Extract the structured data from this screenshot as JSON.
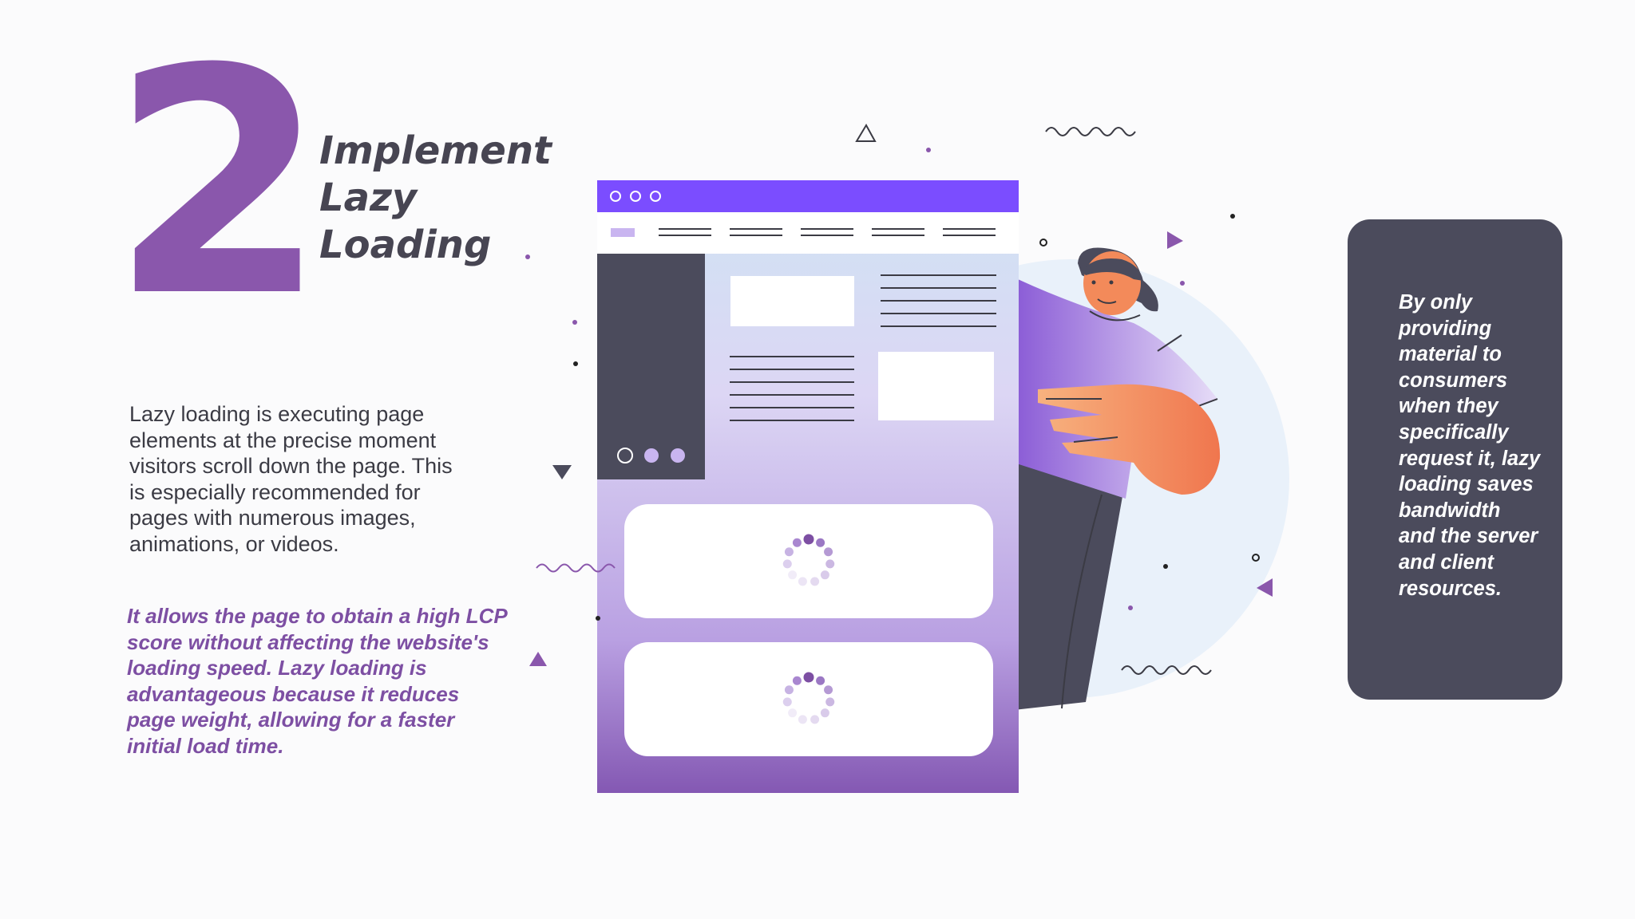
{
  "step_number": "2",
  "title": {
    "line1": "Implement",
    "line2": "Lazy",
    "line3": "Loading"
  },
  "description": {
    "lines": [
      "Lazy loading is executing page",
      "elements at the precise moment",
      "visitors scroll down the page. This",
      "is especially recommended for",
      "pages with numerous images,",
      "animations, or videos."
    ]
  },
  "highlight": {
    "lines": [
      "It allows the page to obtain a high LCP",
      "score without affecting the website's",
      "loading speed. Lazy loading is",
      "advantageous because it reduces",
      "page weight, allowing for a faster",
      "initial load time."
    ]
  },
  "info_card": {
    "lines": [
      "By only",
      "providing",
      "material to",
      "consumers",
      "when they",
      "specifically",
      "request it, lazy",
      "loading saves",
      "bandwidth",
      "and the server",
      " and client",
      "resources."
    ]
  },
  "colors": {
    "accent_purple": "#8a57ac",
    "browser_bar": "#7b4dff",
    "dark_panel": "#4b4b5c",
    "skin": "#f38a5a"
  }
}
